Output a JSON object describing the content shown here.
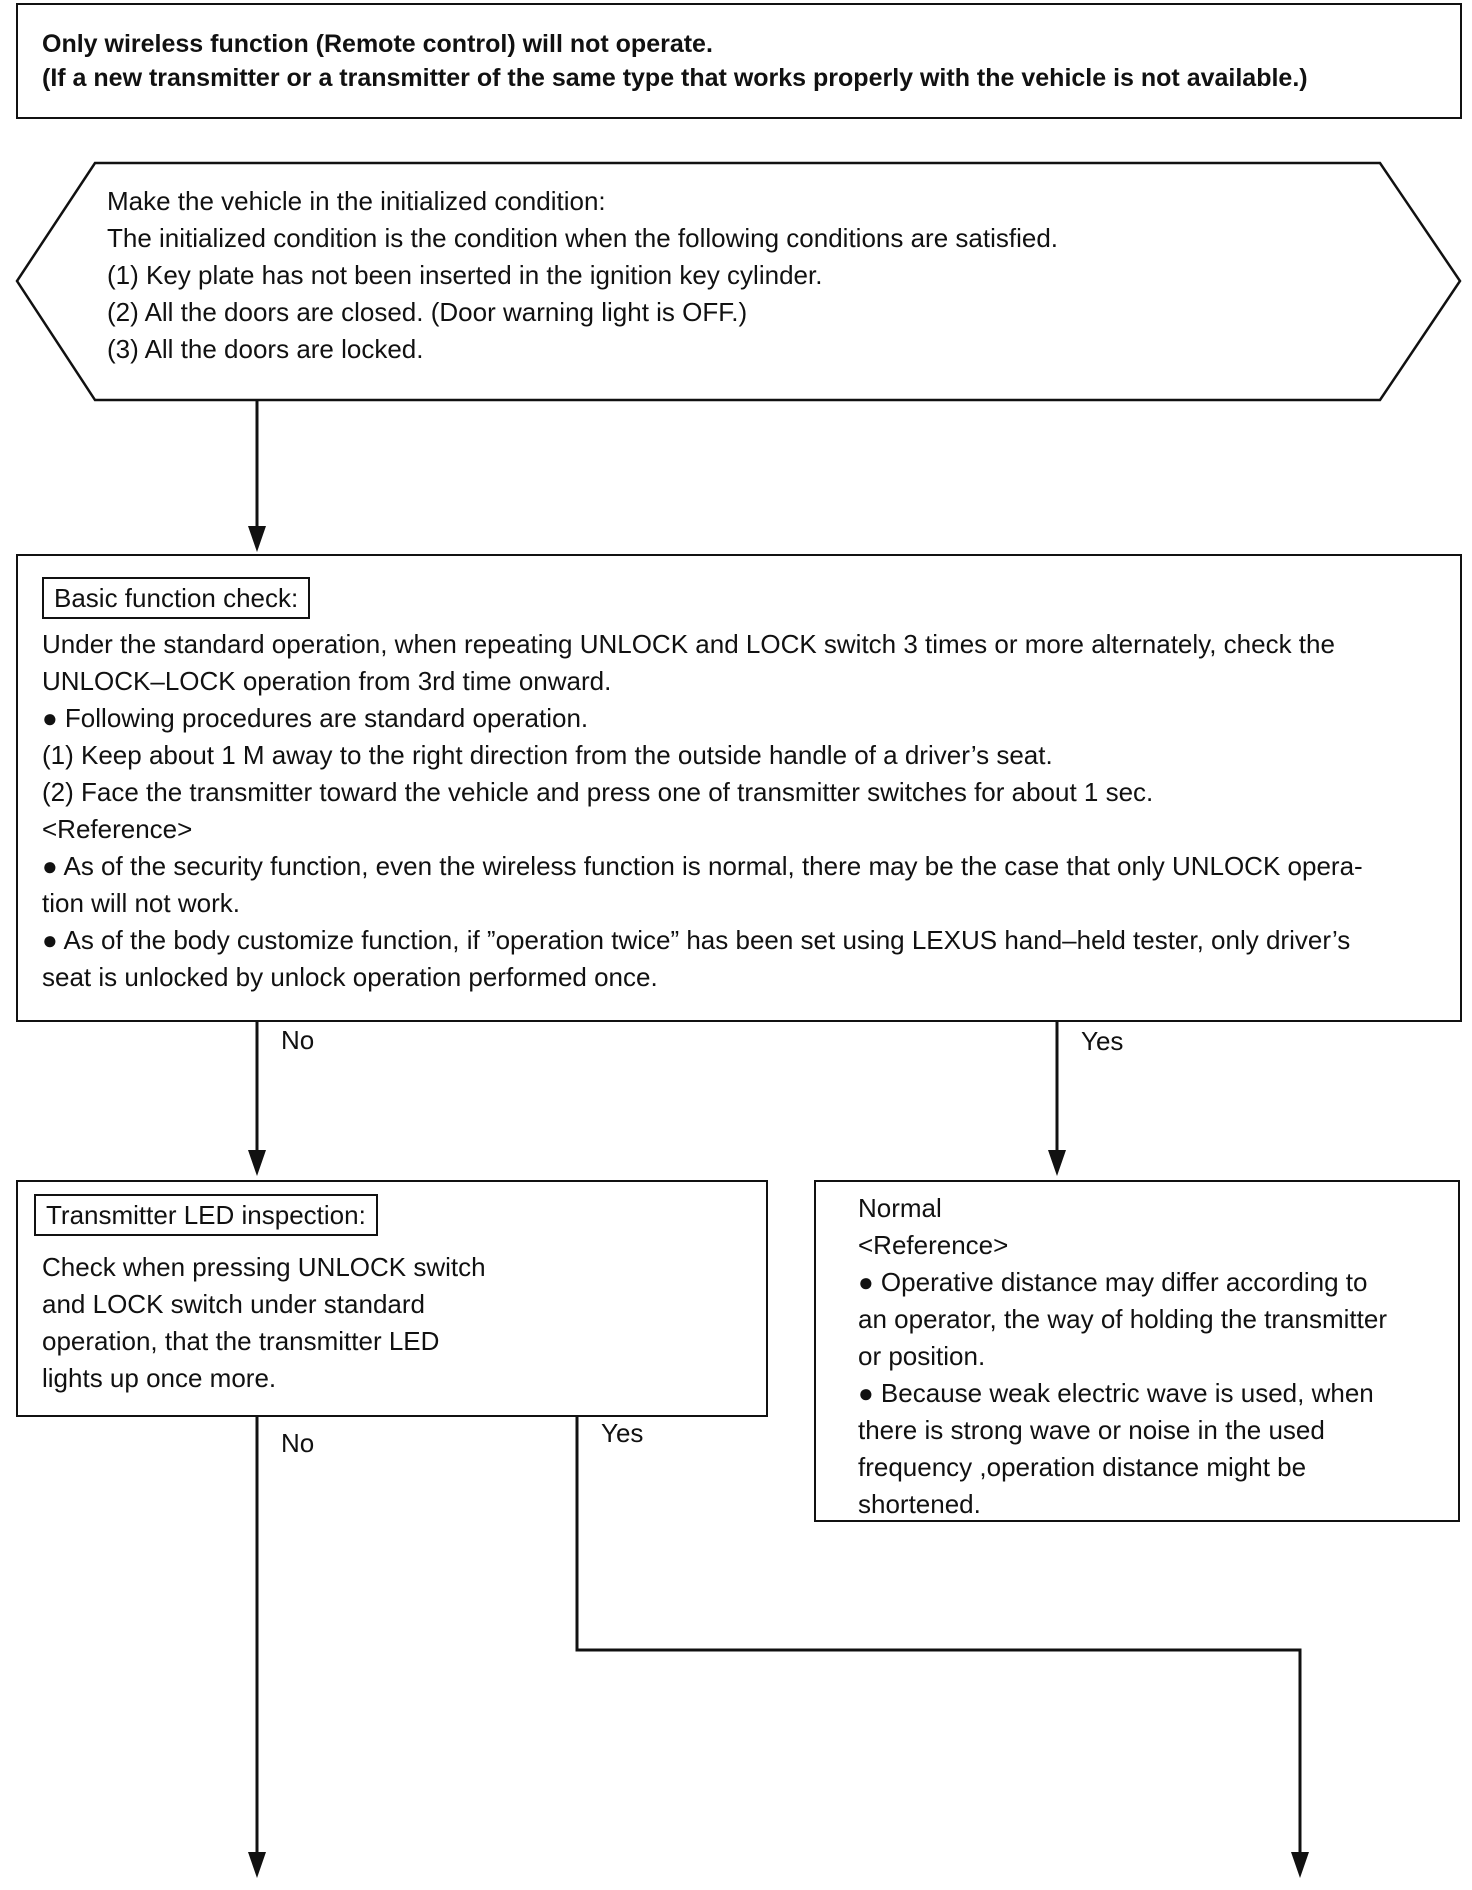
{
  "header": {
    "line1": "Only wireless function (Remote control) will not operate.",
    "line2": "(If a new transmitter or a transmitter of the same type that works properly with the vehicle is not available.)"
  },
  "initial_condition": {
    "lines": [
      "Make the vehicle in the initialized condition:",
      "The initialized condition is the condition when the following conditions are satisfied.",
      "(1) Key plate has not been inserted in the ignition key cylinder.",
      "(2) All the doors are closed. (Door warning light is OFF.)",
      "(3) All the doors are locked."
    ]
  },
  "basic_check": {
    "title": "Basic function check:",
    "lines": [
      "Under the standard operation, when repeating UNLOCK and LOCK switch 3 times or more alternately, check the",
      "UNLOCK–LOCK operation from 3rd time onward.",
      "● Following procedures are standard operation.",
      "(1) Keep about 1 M away to the right direction from the outside handle of a driver’s seat.",
      "(2) Face the transmitter toward the vehicle and press one of transmitter switches for about 1 sec.",
      "<Reference>",
      "● As of the security function, even the wireless function is normal, there may be the case that only UNLOCK opera-",
      "tion will not work.",
      "● As of the body customize function, if ”operation twice” has been set using LEXUS hand–held tester, only driver’s",
      "seat is unlocked by unlock operation performed once."
    ]
  },
  "led_inspection": {
    "title": "Transmitter LED inspection:",
    "lines": [
      "Check when pressing UNLOCK switch",
      "and LOCK switch under standard",
      "operation, that the transmitter LED",
      "lights up once more."
    ]
  },
  "normal_box": {
    "lines": [
      "Normal",
      "<Reference>",
      "● Operative distance may differ according to",
      "an operator, the way of holding the transmitter",
      "or position.",
      "● Because weak electric wave is used, when",
      "there is strong wave or noise in the used",
      "frequency ,operation distance might be",
      "shortened."
    ]
  },
  "flow_labels": {
    "no": "No",
    "yes": "Yes"
  }
}
